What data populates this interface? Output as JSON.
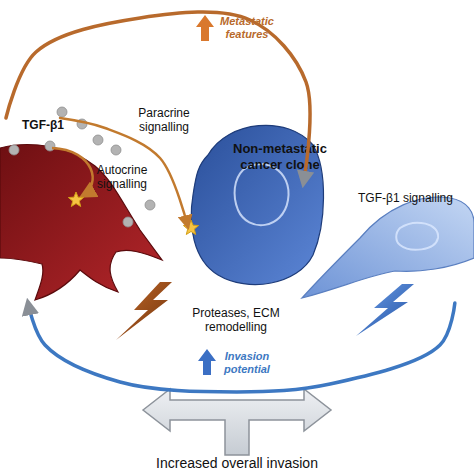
{
  "diagram": {
    "nodes": [
      {
        "text": [
          "TGF-β1"
        ]
      },
      {
        "text": [
          "Non-metastatic cancer clone"
        ]
      },
      {
        "text": [
          "TGF-β1 signalling"
        ]
      }
    ],
    "edges": [
      {
        "from": 0,
        "to": 2,
        "label": "Metastatic features",
        "arrow": "to"
      },
      {
        "from": 2,
        "to": 0,
        "label": "Invasion potential",
        "arrow": "to"
      },
      {
        "from": 0,
        "to": 1,
        "label": "Paracrine signalling",
        "arrow": "to"
      }
    ],
    "labels": [
      "Autocrine signalling",
      "Proteases, ECM remodelling",
      "Increased overall invasion"
    ]
  }
}
